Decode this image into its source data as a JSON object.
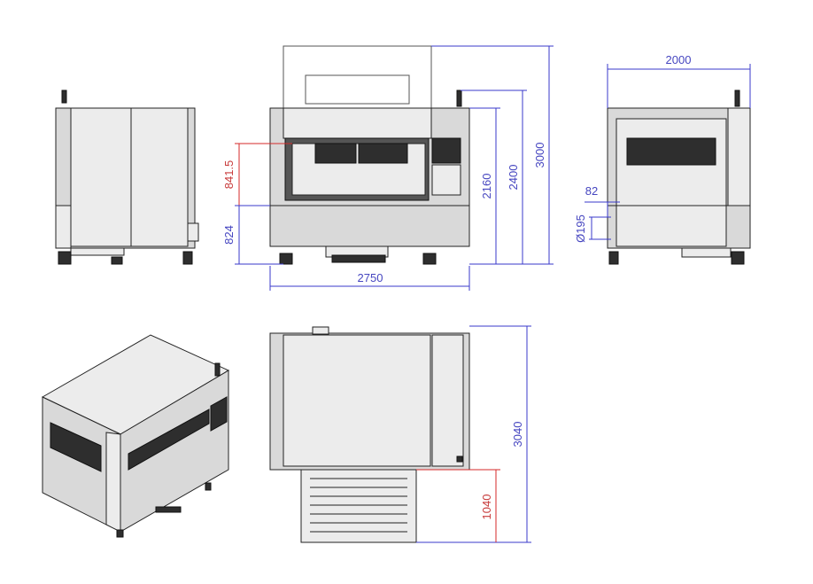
{
  "title": "Machine dimension drawing",
  "colors": {
    "dimension_blue": "#3a3acb",
    "dimension_red": "#d42a2a",
    "body_gray": "#d9d9d9"
  },
  "dimensions": {
    "right_width": "2000",
    "total_height": "3000",
    "height_2400": "2400",
    "height_2160": "2160",
    "opening_height": "841.5",
    "table_height": "824",
    "front_width": "2750",
    "exhaust_offset": "82",
    "exhaust_diameter": "Ø195",
    "top_depth": "3040",
    "tray_depth": "1040"
  }
}
